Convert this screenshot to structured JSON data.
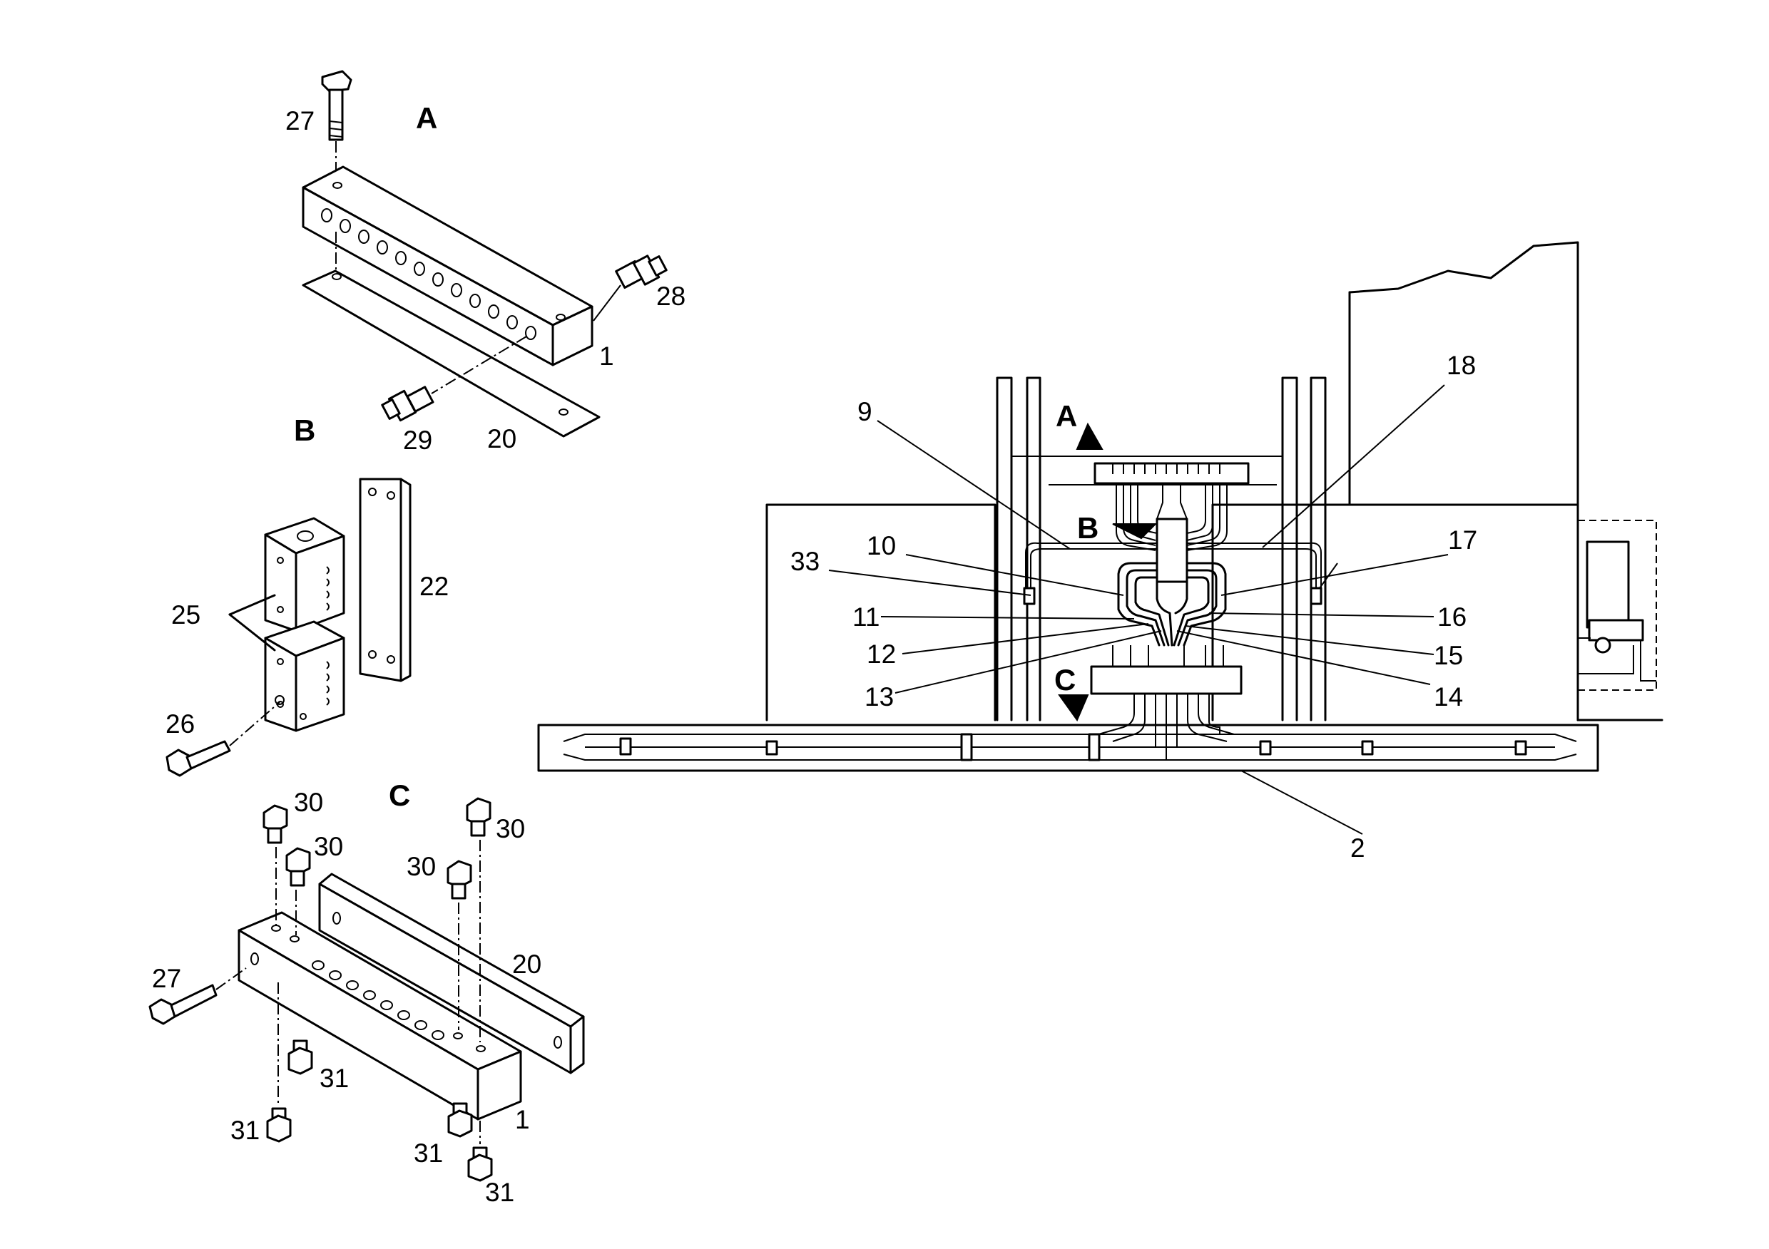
{
  "views": {
    "a": "A",
    "b": "B",
    "c": "C"
  },
  "callouts": {
    "n1": "1",
    "n2": "2",
    "n9": "9",
    "n10": "10",
    "n11": "11",
    "n12": "12",
    "n13": "13",
    "n14": "14",
    "n15": "15",
    "n16": "16",
    "n17": "17",
    "n18": "18",
    "n20": "20",
    "n22": "22",
    "n25": "25",
    "n26": "26",
    "n27": "27",
    "n28": "28",
    "n29": "29",
    "n30": "30",
    "n31": "31",
    "n33": "33"
  }
}
